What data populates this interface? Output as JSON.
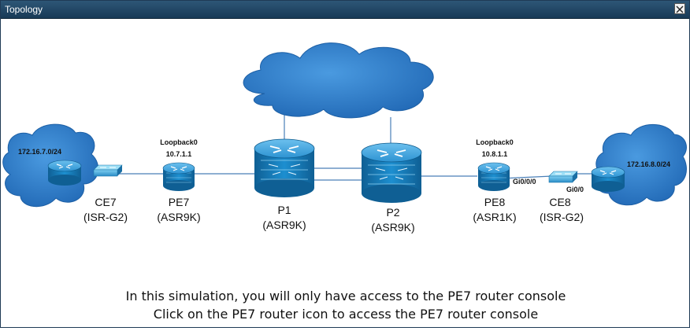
{
  "window": {
    "title": "Topology",
    "close_icon": "close-icon"
  },
  "colors": {
    "titlebar": "#1f4466",
    "router_blue": "#1a83c4",
    "cloud_blue": "#2b78c6",
    "link": "#4a7fb8"
  },
  "devices": {
    "ce7": {
      "name": "CE7",
      "model": "(ISR-G2)"
    },
    "pe7": {
      "name": "PE7",
      "model": "(ASR9K)",
      "loopback_label": "Loopback0",
      "loopback_ip": "10.7.1.1"
    },
    "p1": {
      "name": "P1",
      "model": "(ASR9K)"
    },
    "p2": {
      "name": "P2",
      "model": "(ASR9K)"
    },
    "pe8": {
      "name": "PE8",
      "model": "(ASR1K)",
      "loopback_label": "Loopback0",
      "loopback_ip": "10.8.1.1"
    },
    "ce8": {
      "name": "CE8",
      "model": "(ISR-G2)"
    }
  },
  "networks": {
    "left": "172.16.7.0/24",
    "right": "172.16.8.0/24"
  },
  "interfaces": {
    "pe8_gi": "Gi0/0/0",
    "ce8_gi": "Gi0/0"
  },
  "caption": {
    "line1": "In this simulation, you will only have access to the PE7 router console",
    "line2": "Click on the PE7 router icon to access the PE7 router console"
  }
}
